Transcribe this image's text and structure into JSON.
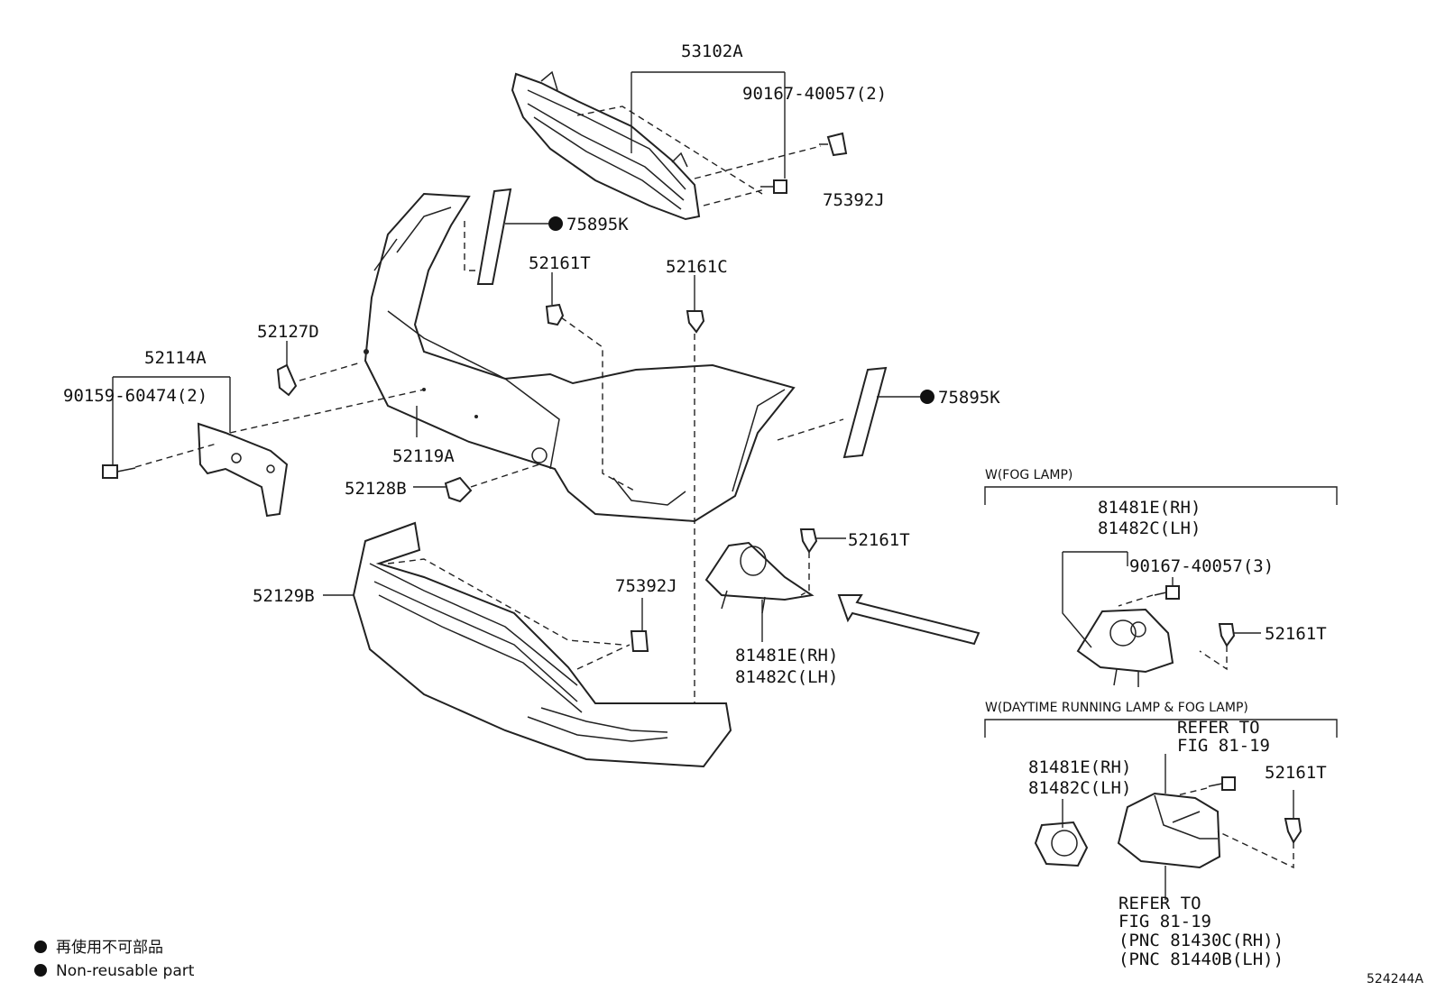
{
  "labels": {
    "grille_upper": "53102A",
    "screw_grille": "90167-40057(2)",
    "clip_grille": "75392J",
    "tape_left": "75895K",
    "tape_right": "75895K",
    "clip_t_top": "52161T",
    "clip_c": "52161C",
    "cover_d": "52127D",
    "bracket": "52114A",
    "screw_bracket": "90159-60474(2)",
    "bumper_cover": "52119A",
    "cap_b": "52128B",
    "clip_t_mid": "52161T",
    "lower_grille": "52129B",
    "clip_lower": "75392J",
    "fog_cover_rh": "81481E(RH)",
    "fog_cover_lh": "81482C(LH)",
    "legend_jp": "再使用不可部品",
    "legend_en": "Non-reusable part",
    "figure_id": "524244A"
  },
  "fog_box": {
    "title": "W(FOG LAMP)",
    "part_rh": "81481E(RH)",
    "part_lh": "81482C(LH)",
    "screw": "90167-40057(3)",
    "clip": "52161T"
  },
  "drl_box": {
    "title": "W(DAYTIME RUNNING LAMP & FOG LAMP)",
    "refer1": "REFER TO",
    "fig1": "FIG 81-19",
    "part_rh": "81481E(RH)",
    "part_lh": "81482C(LH)",
    "clip": "52161T",
    "refer2": "REFER TO",
    "fig2": "FIG 81-19",
    "pnc_rh": "(PNC 81430C(RH))",
    "pnc_lh": "(PNC 81440B(LH))"
  }
}
